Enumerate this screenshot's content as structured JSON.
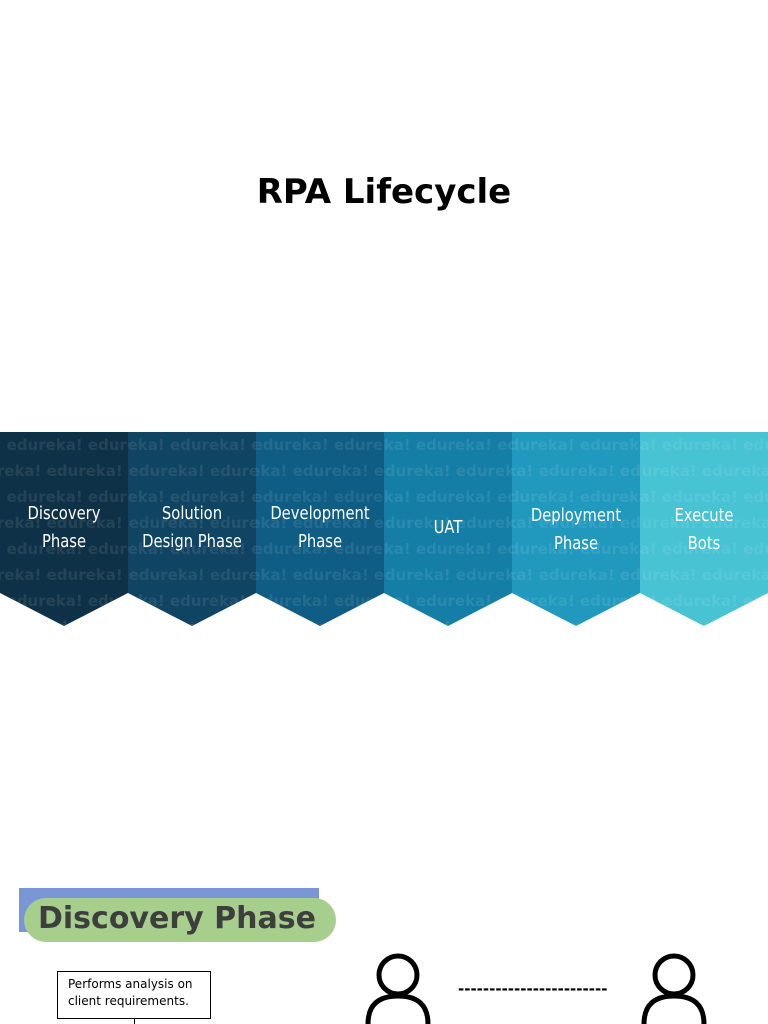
{
  "title": "RPA Lifecycle",
  "lifecycle": {
    "watermark_text": "edureka!",
    "phases": [
      {
        "line1": "Discovery",
        "line2": "Phase",
        "color": "#0f3147"
      },
      {
        "line1": "Solution",
        "line2": "Design Phase",
        "color": "#104463"
      },
      {
        "line1": "Development",
        "line2": "Phase",
        "color": "#0f5d85"
      },
      {
        "line1": "UAT",
        "line2": "",
        "color": "#157ea6"
      },
      {
        "line1": "Deployment",
        "line2": "Phase",
        "color": "#2199bf"
      },
      {
        "line1": "Execute",
        "line2": "Bots",
        "color": "#47c3d4"
      }
    ]
  },
  "section": {
    "heading": "Discovery Phase",
    "bar_color": "#7b96d4",
    "pill_color": "#a6cf8e"
  },
  "note": {
    "line1": "Performs analysis on",
    "line2": "client requirements."
  },
  "connector": {
    "dashes": "------------------------"
  },
  "icons": [
    "person-icon",
    "person-icon"
  ]
}
